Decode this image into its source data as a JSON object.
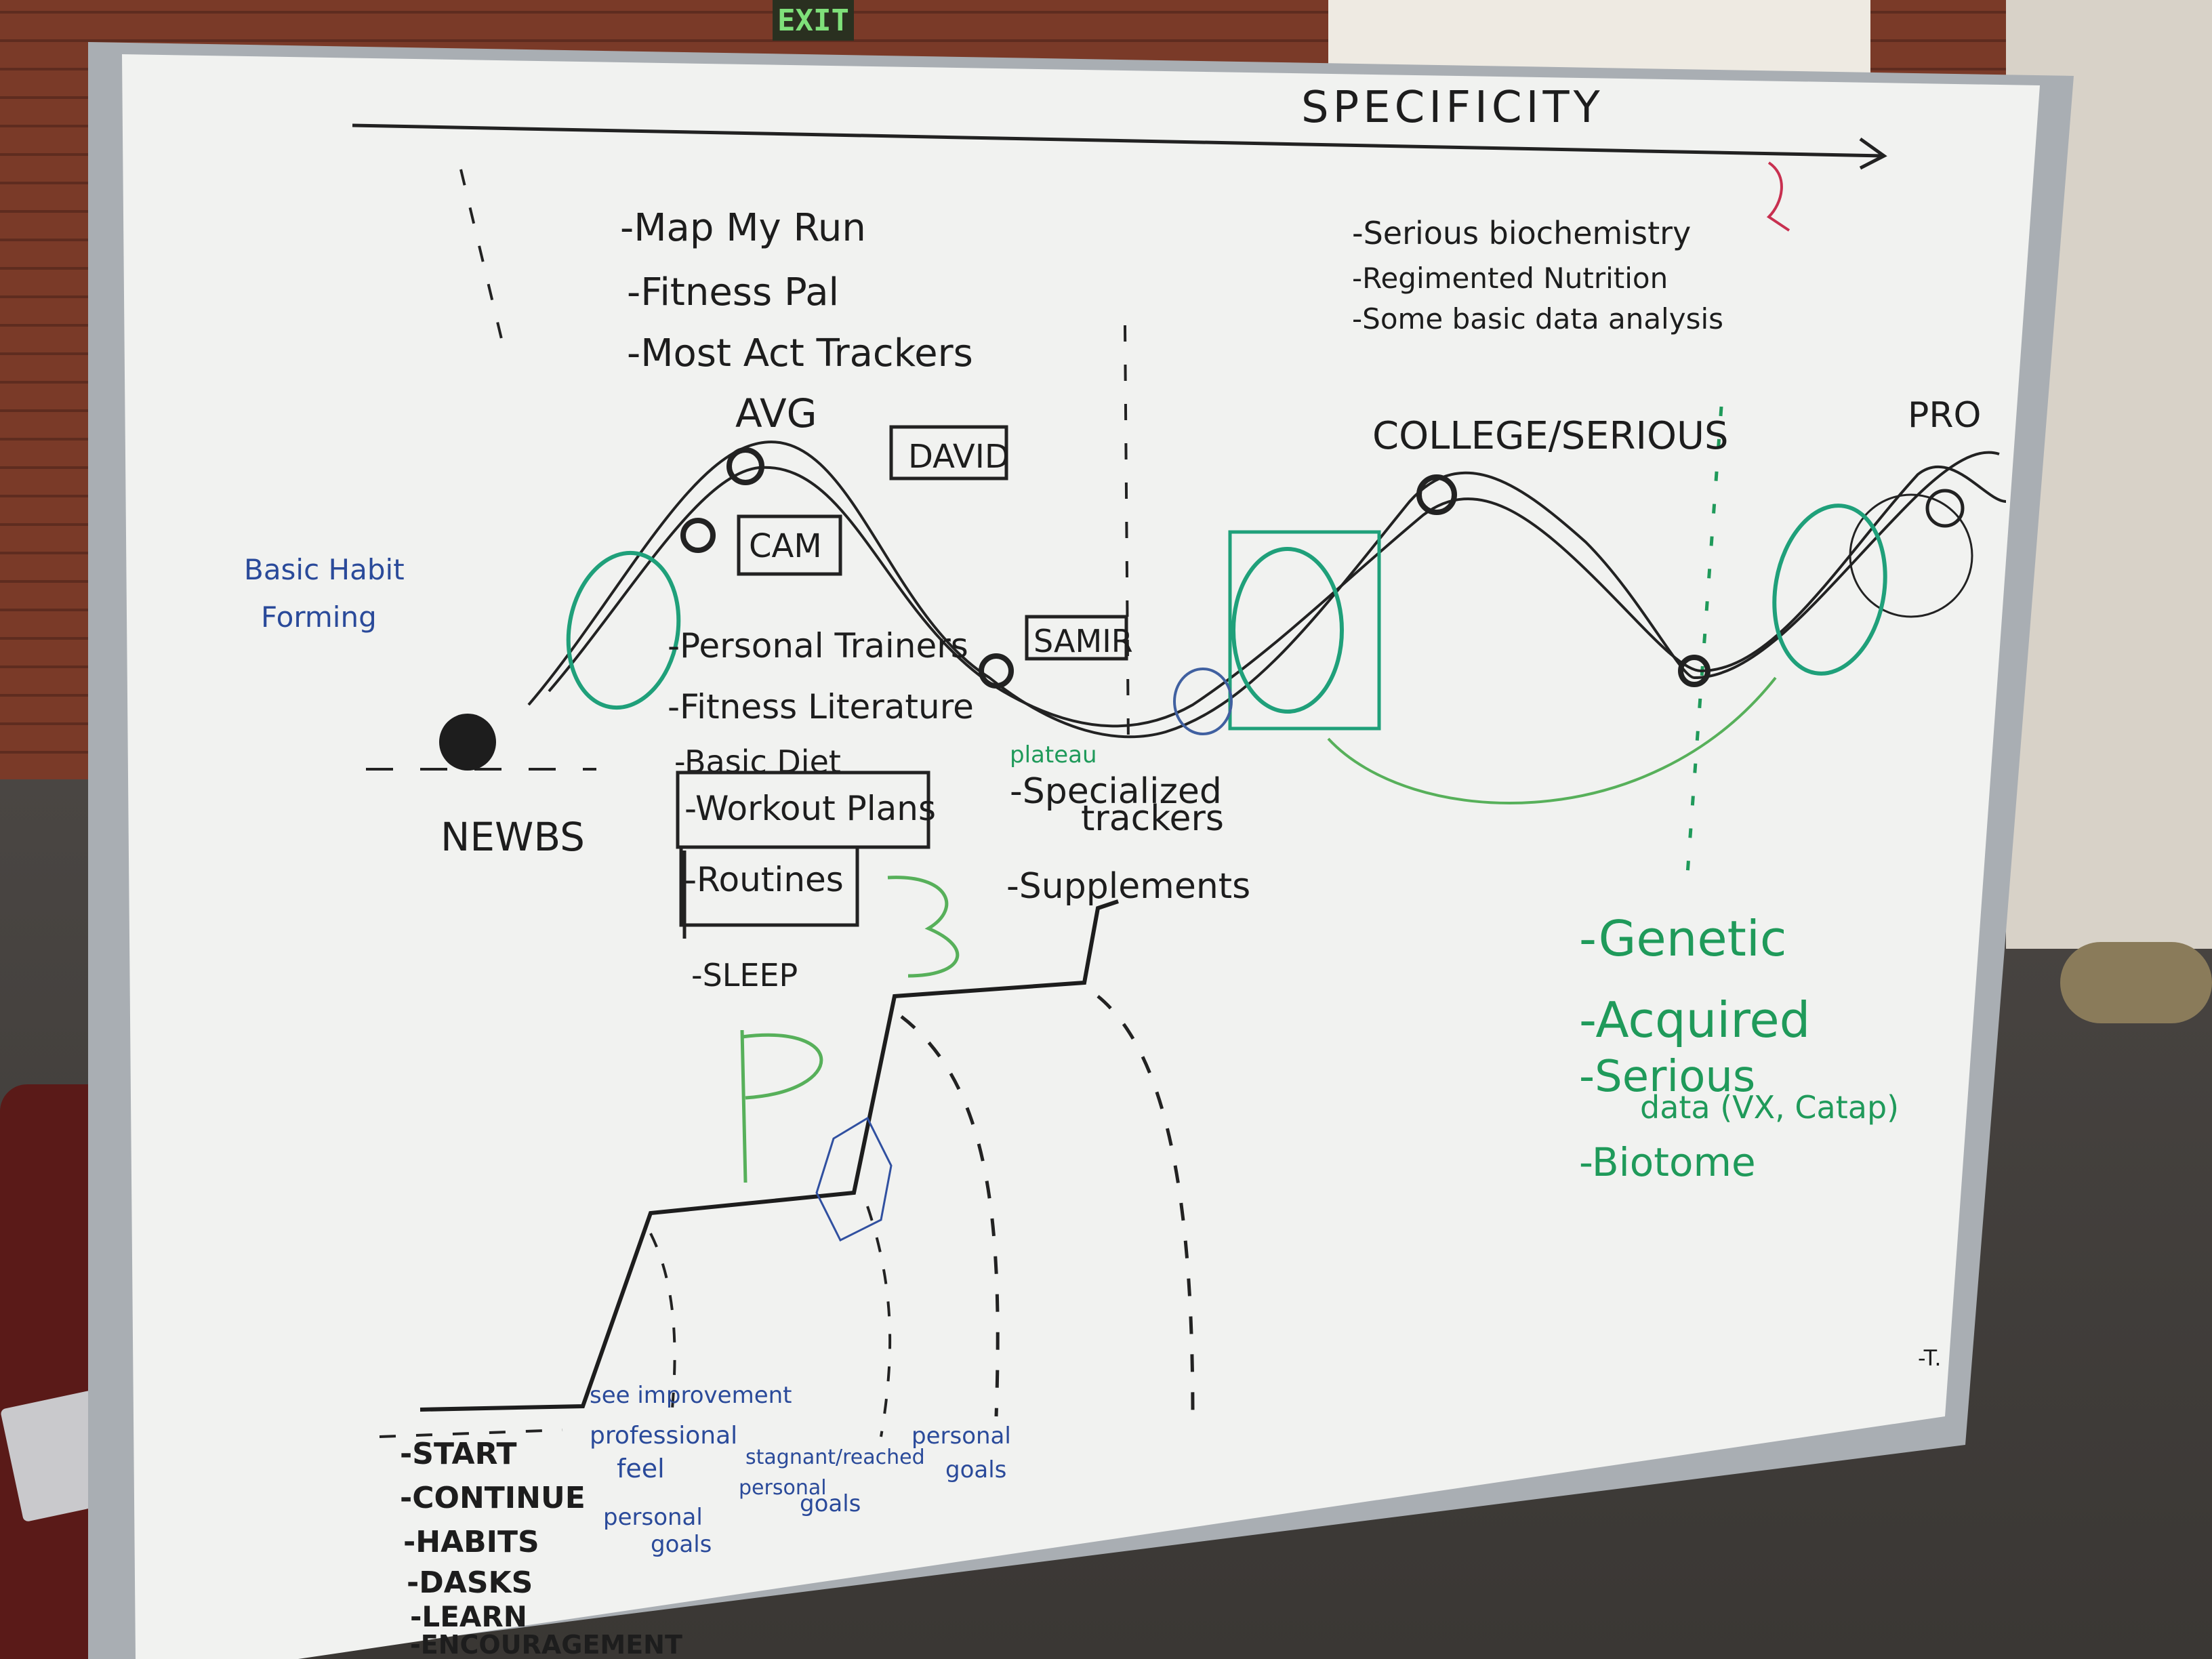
{
  "environment": {
    "exit_sign": "EXIT"
  },
  "whiteboard": {
    "axis_label": "SPECIFICITY",
    "stages": {
      "newbs": "NEWBS",
      "avg": "AVG",
      "college": "COLLEGE/SERIOUS",
      "pro": "PRO"
    },
    "names": [
      "DAVID",
      "CAM",
      "SAMIR"
    ],
    "left_annotation": [
      "Basic Habit",
      "Forming"
    ],
    "avg_tools": [
      "-Map My Run",
      "-Fitness Pal",
      "-Most Act Trackers"
    ],
    "newb_tools": [
      "-Personal Trainers",
      "-Fitness Literature",
      "-Basic Diet",
      "-Workout Plans",
      "-Routines",
      "-SLEEP"
    ],
    "plateau_label": "plateau",
    "plateau_tools": [
      "-Specialized",
      "trackers",
      "-Supplements"
    ],
    "serious_tools": [
      "-Serious biochemistry",
      "-Regimented Nutrition",
      "-Some basic data analysis"
    ],
    "pro_tools": [
      "-Genetic",
      "-Acquired",
      "-Serious",
      "data (VX, Catap)",
      "-Biotome"
    ],
    "stair_labels": [
      "-START",
      "-CONTINUE",
      "-HABITS",
      "-DASKS",
      "-LEARN",
      "-ENCOURAGEMENT"
    ],
    "stair_blue_notes": {
      "step1": [
        "see improvement",
        "professional",
        "feel",
        "personal",
        "goals"
      ],
      "step2": [
        "stagnant/reached",
        "personal",
        "goals"
      ],
      "step3": [
        "personal",
        "goals"
      ]
    },
    "corner_mark": "-T."
  }
}
